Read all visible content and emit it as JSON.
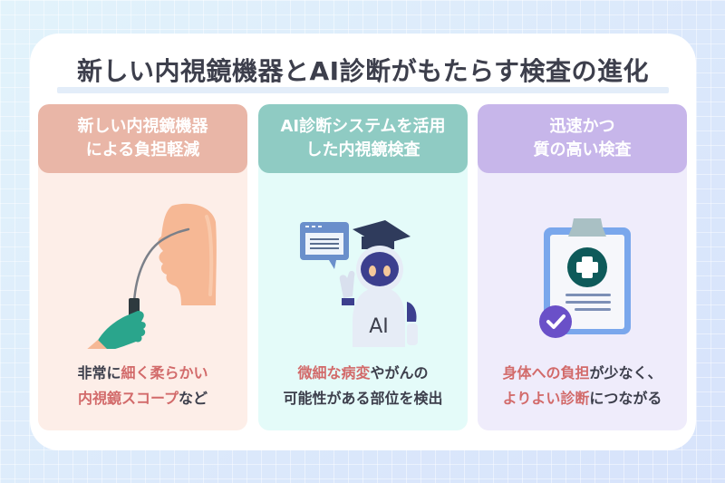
{
  "title": "新しい内視鏡機器とAI診断がもたらす検査の進化",
  "colors": {
    "title_text": "#3d3f4c",
    "highlight_text": "#d26a6a",
    "col1_header": "#e9b6a7",
    "col2_header": "#8fcbc3",
    "col3_header": "#c7b6ea",
    "col1_body": "#fdeee8",
    "col2_body": "#e4fbf9",
    "col3_body": "#efecfb"
  },
  "columns": [
    {
      "header_line1": "新しい内視鏡機器",
      "header_line2": "による負担軽減",
      "illustration": "endoscope-nose-icon",
      "desc": {
        "l1_a": "非常に",
        "l1_b": "細く柔らかい",
        "l2_a": "内視鏡スコープ",
        "l2_b": "など"
      }
    },
    {
      "header_line1": "AI診断システムを活用",
      "header_line2": "した内視鏡検査",
      "illustration": "ai-robot-icon",
      "robot_label": "AI",
      "desc": {
        "l1_a": "微細な病変",
        "l1_b": "やがんの",
        "l2": "可能性がある部位を検出"
      }
    },
    {
      "header_line1": "迅速かつ",
      "header_line2": "質の高い検査",
      "illustration": "medical-clipboard-check-icon",
      "desc": {
        "l1_a": "身体への負担",
        "l1_b": "が少なく、",
        "l2_a": "よりよい診断",
        "l2_b": "につながる"
      }
    }
  ]
}
